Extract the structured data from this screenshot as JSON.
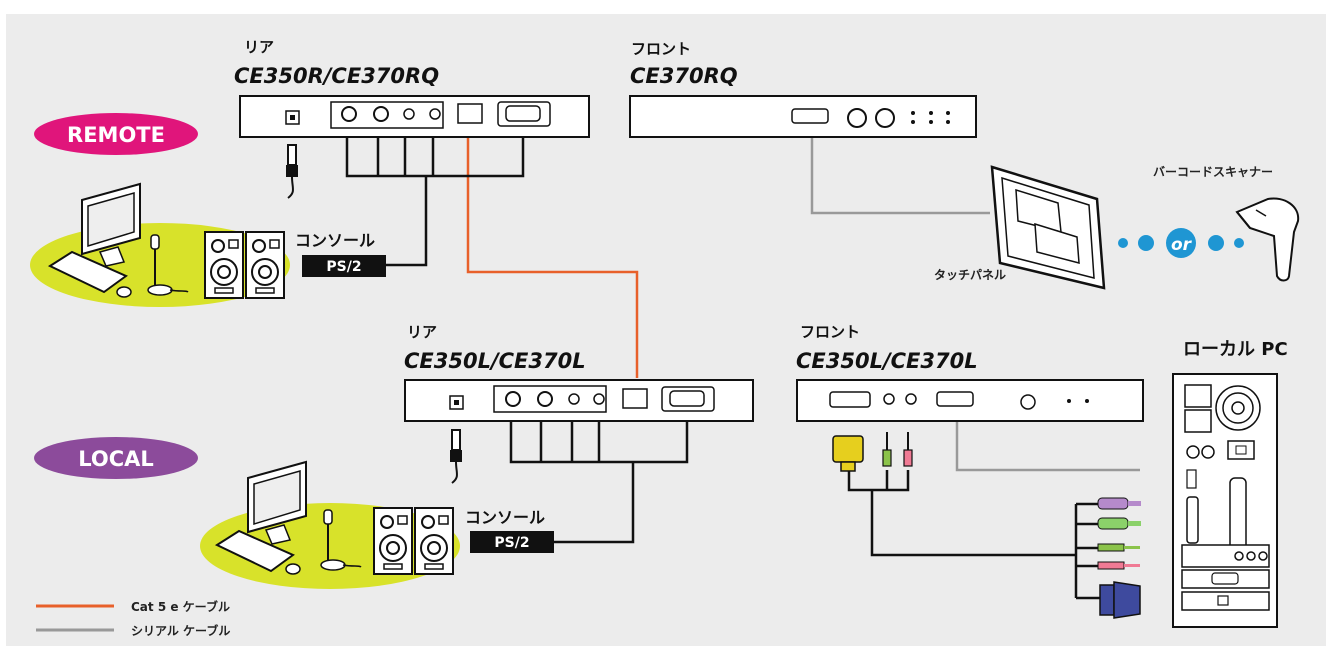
{
  "remote_badge": "REMOTE",
  "local_badge": "LOCAL",
  "remote_rear": {
    "caption": "リア",
    "model": "CE350R/CE370RQ"
  },
  "remote_front": {
    "caption": "フロント",
    "model": "CE370RQ"
  },
  "local_rear": {
    "caption": "リア",
    "model": "CE350L/CE370L"
  },
  "local_front": {
    "caption": "フロント",
    "model": "CE350L/CE370L"
  },
  "remote_console": {
    "label": "コンソール",
    "port": "PS/2"
  },
  "local_console": {
    "label": "コンソール",
    "port": "PS/2"
  },
  "touch_panel_label": "タッチパネル",
  "barcode_label": "バーコードスキャナー",
  "or_label": "or",
  "local_pc_label": "ローカル PC",
  "legend": [
    {
      "label": "Cat 5 e ケーブル",
      "color": "#e8602a"
    },
    {
      "label": "シリアル ケーブル",
      "color": "#999999"
    }
  ],
  "colors": {
    "remote_badge": "#e0157b",
    "local_badge": "#8c4b9b",
    "desk": "#d8e22a",
    "cat5e": "#e8602a",
    "serial": "#999999",
    "vga_yellow": "#e6cf1e",
    "vga_blue": "#3e4a9e",
    "audio_green": "#8bc34a",
    "audio_pink": "#f07a94",
    "ps2_purple": "#b58acb",
    "ps2_green": "#8bd16a"
  }
}
